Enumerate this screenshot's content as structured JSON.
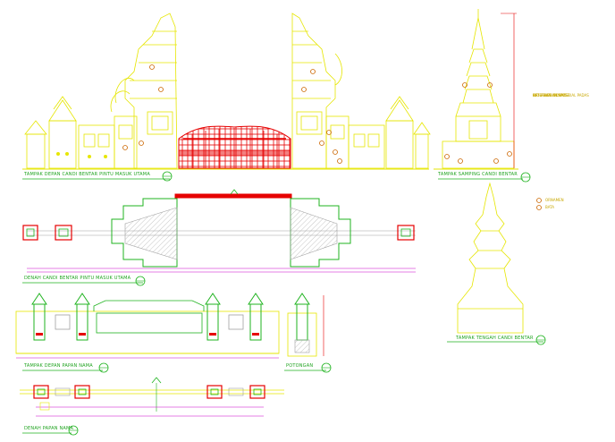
{
  "drawing": {
    "labels": {
      "front_gate": "TAMPAK DEPAN CANDI BENTAR PINTU MASUK UTAMA",
      "side_gate": "TAMPAK SAMPING CANDI BENTAR",
      "plan_gate": "DENAH CANDI BENTAR PINTU MASUK UTAMA",
      "front_sign": "TAMPAK DEPAN PAPAN NAMA",
      "section": "POTONGAN",
      "plan_sign": "DENAH PAPAN NAMA",
      "top_view": "TAMPAK TENGAH CANDI BENTAR"
    },
    "note_lines": [
      "KETERANGAN MATERIAL PADAS",
      "BATU BATA EKSPOSE",
      "ORNAMEN UKIRAN"
    ],
    "legend": [
      {
        "text": "ORNAMEN"
      },
      {
        "text": "BATA"
      }
    ],
    "colors": {
      "yellow": "#e6e600",
      "green": "#1fb31f",
      "red": "#e60000",
      "magenta": "#cc00cc",
      "gray": "#a0a0a0"
    }
  }
}
